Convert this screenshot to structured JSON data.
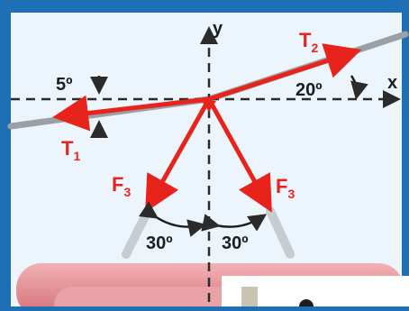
{
  "labels": {
    "y_axis": "y",
    "x_axis": "x",
    "t2": "T",
    "t2_sub": "2",
    "t1": "T",
    "t1_sub": "1",
    "f_left": "F",
    "f_left_sub": "3",
    "f_right": "F",
    "f_right_sub": "3",
    "angle_t1": "5º",
    "angle_t2": "20º",
    "angle_left": "30º",
    "angle_right": "30º"
  },
  "colors": {
    "frame": "#1f6fb6",
    "panel": "#ecf5fb",
    "force_red": "#e8231b",
    "axis_dark": "#2b2b2b",
    "label_red": "#e8231b",
    "rope_gray": "#9aa0a5",
    "pink": "#e58e93"
  }
}
